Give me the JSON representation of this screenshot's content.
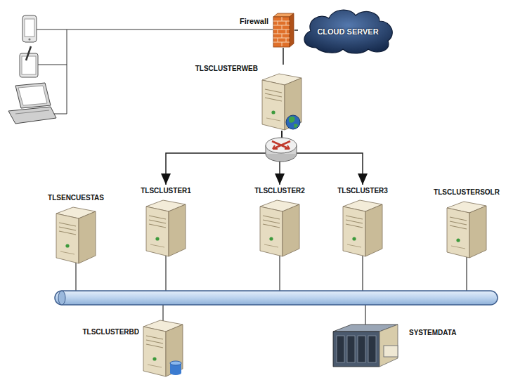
{
  "diagram": {
    "nodes": [
      {
        "text": [
          "Firewall"
        ]
      },
      {
        "text": [
          "CLOUD SERVER"
        ]
      },
      {
        "text": [
          "TLSCLUSTERWEB"
        ]
      },
      {
        "text": [
          "TLSENCUESTAS"
        ]
      },
      {
        "text": [
          "TLSCLUSTER1"
        ]
      },
      {
        "text": [
          "TLSCLUSTER2"
        ]
      },
      {
        "text": [
          "TLSCLUSTER3"
        ]
      },
      {
        "text": [
          "TLSCLUSTERSOLR"
        ]
      },
      {
        "text": [
          "TLSCLUSTERBD"
        ]
      },
      {
        "text": [
          "SYSTEMDATA"
        ]
      }
    ],
    "edges": [
      {
        "from": 0,
        "to": 1,
        "arrow": "none"
      },
      {
        "from": 0,
        "to": 2,
        "arrow": "none"
      },
      {
        "from": 2,
        "to": 4,
        "arrow": "to"
      },
      {
        "from": 2,
        "to": 5,
        "arrow": "to"
      },
      {
        "from": 2,
        "to": 6,
        "arrow": "to"
      }
    ]
  }
}
